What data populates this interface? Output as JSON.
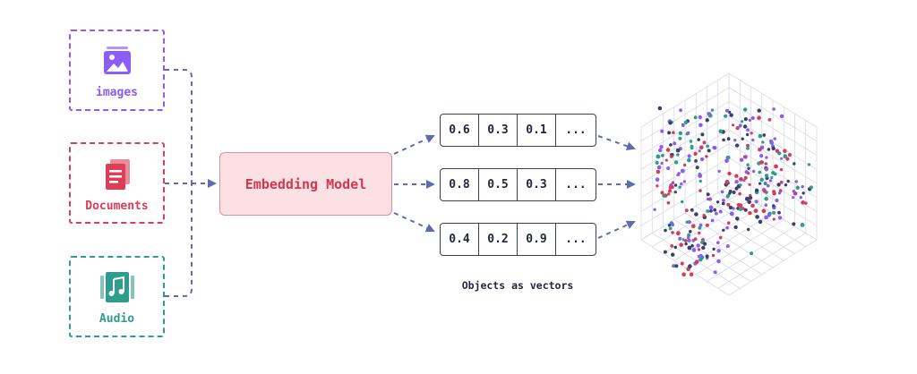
{
  "colors": {
    "images": "#8b5cf6",
    "documents": "#dc3d57",
    "audio": "#2e9d8e",
    "model_fill": "#fbe0e4",
    "model_border": "#e58a98",
    "model_text": "#d1384f",
    "arrow": "#5f6ab1",
    "cube_grid": "#d9dbe6",
    "point_purple": "#8b5cf6",
    "point_red": "#d23f5a",
    "point_teal": "#2e9d8e",
    "point_navy": "#3a3f6e"
  },
  "sources": [
    {
      "id": "images",
      "label": "images",
      "icon": "image-icon"
    },
    {
      "id": "documents",
      "label": "Documents",
      "icon": "documents-icon"
    },
    {
      "id": "audio",
      "label": "Audio",
      "icon": "music-note-icon"
    }
  ],
  "model": {
    "label": "Embedding Model"
  },
  "vectors": {
    "rows": [
      [
        "0.6",
        "0.3",
        "0.1",
        "..."
      ],
      [
        "0.8",
        "0.5",
        "0.3",
        "..."
      ],
      [
        "0.4",
        "0.2",
        "0.9",
        "..."
      ]
    ],
    "caption": "Objects as vectors"
  }
}
